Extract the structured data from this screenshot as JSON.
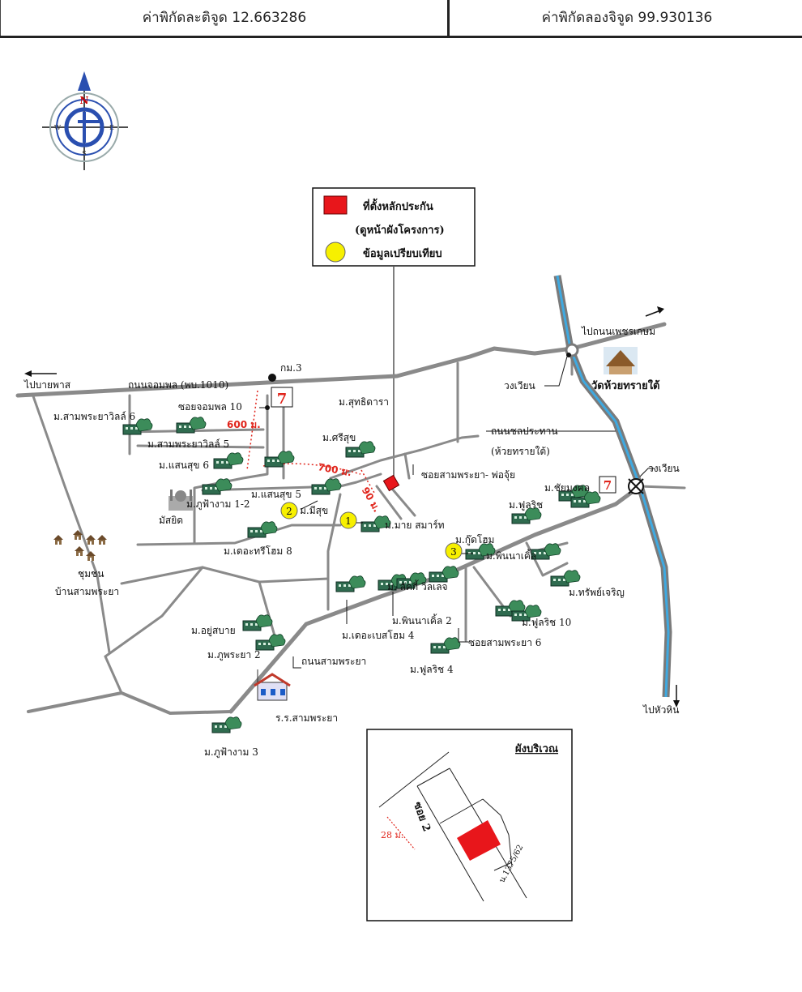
{
  "header": {
    "latitude_text": "ค่าพิกัดละติจูด 12.663286",
    "longitude_text": "ค่าพิกัดลองจิจูด 99.930136"
  },
  "compass": {
    "n": "N",
    "s": "S",
    "e": "E",
    "w": "W"
  },
  "legend": {
    "collateral_label": "ที่ตั้งหลักประกัน",
    "collateral_note": "(ดูหน้าผังโครงการ)",
    "comparison_label": "ข้อมูลเปรียบเทียบ",
    "collateral_color": "#e8161b",
    "comparison_color": "#f7f000"
  },
  "labels": {
    "to_bangkok_road": "ไปถนนเพชรเกษม",
    "to_ban_phat": "ไปบายพาส",
    "jompol_road": "ถนนจอมพล (พบ.1010)",
    "km3": "กม.3",
    "roundabout_1": "วงเวียน",
    "roundabout_2": "วงเวียน",
    "wat_huai_sai_tai": "วัดห้วยทรายใต้",
    "sutthidara": "ม.สุทธิดารา",
    "soi_jompol10": "ซอยจอมพล 10",
    "sampraya_villa6": "ม.สามพระยาวิลล์ 6",
    "sampraya_villa5": "ม.สามพระยาวิลล์ 5",
    "dist_600": "600 ม.",
    "dist_700": "700 ม.",
    "dist_90": "90 ม.",
    "sri_suk": "ม.ศรีสุข",
    "chon_prathan_road": "ถนนชลประทาน",
    "huai_sai_tai_paren": "(ห้วยทรายใต้)",
    "saen_suk6": "ม.แสนสุข 6",
    "saen_suk5": "ม.แสนสุข 5",
    "soi_sampraya_phochui": "ซอยสามพระยา- พ่อจุ้ย",
    "chai_mongkol": "ม.ชัยมงคล",
    "phu_fa_ngam12": "ม.ภูฟ้างาม 1-2",
    "mosque": "มัสยิด",
    "mee_suk": "ม.มีสุข",
    "my_smart": "ม.มาย สมาร์ท",
    "full_rich": "ม.ฟูลริช",
    "the_tree_home8": "ม.เดอะทรีโฮม 8",
    "good_home": "ม.กู๊ดโฮม",
    "phinna_nakha": "ม.พินนาเคิ้ล",
    "community": "ชุมชน",
    "ban_sampraya": "บ้านสามพระยา",
    "lucky_villa": "ม. ลัคกี้ วิลเลจ",
    "sap_charoen": "ม.ทรัพย์เจริญ",
    "phinna_nakha2": "ม.พินนาเคิ้ล 2",
    "full_rich10": "ม.ฟูลริช 10",
    "yu_sabai": "ม.อยู่สบาย",
    "the_base_home4": "ม.เดอะเบสโฮม 4",
    "soi_sampraya6": "ซอยสามพระยา 6",
    "phu_praya2": "ม.ภูพระยา 2",
    "sampraya_road": "ถนนสามพระยา",
    "full_rich4": "ม.ฟูลริช 4",
    "to_hua_hin": "ไปหัวหิน",
    "sampraya_school": "ร.ร.สามพระยา",
    "phu_fa_ngam3": "ม.ภูฟ้างาม 3",
    "marker1": "1",
    "marker2": "2",
    "marker3": "3"
  },
  "inset": {
    "title": "ผังบริเวณ",
    "soi_label": "ซอย 2",
    "distance": "28 ม.",
    "plot_label": "น.1375/62"
  },
  "colors": {
    "road": "#8a8a8a",
    "river": "#3fa9e0",
    "red": "#e8161b",
    "yellow": "#f7f000"
  }
}
